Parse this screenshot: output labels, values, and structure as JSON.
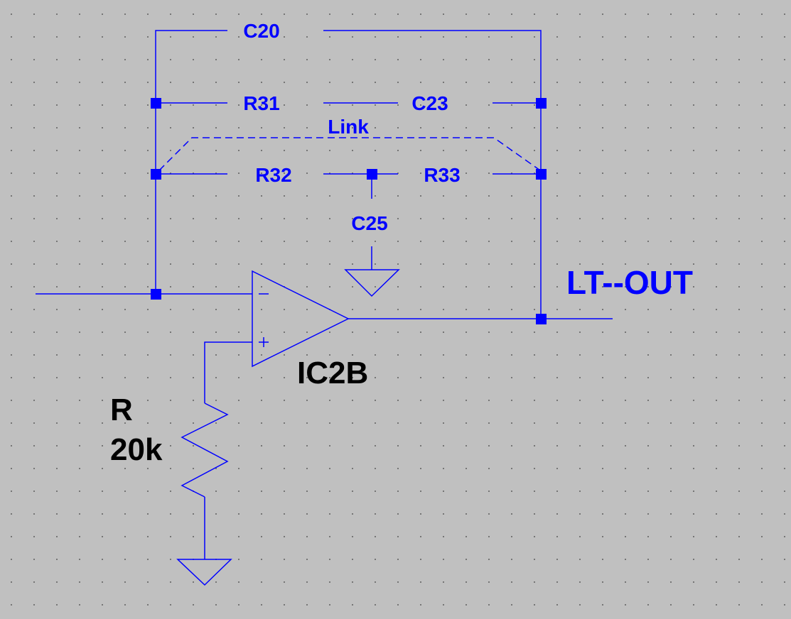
{
  "schematic": {
    "labels": {
      "c20": "C20",
      "r31": "R31",
      "c23": "C23",
      "link": "Link",
      "r32": "R32",
      "r33": "R33",
      "c25": "C25",
      "output_net": "LT--OUT",
      "opamp": "IC2B",
      "resistor_name": "R",
      "resistor_value": "20k",
      "minus_sign": "−",
      "plus_sign": "+"
    },
    "colors": {
      "wire": "#0000ff",
      "background": "#c0c0c0",
      "ref_text": "#000000"
    }
  }
}
